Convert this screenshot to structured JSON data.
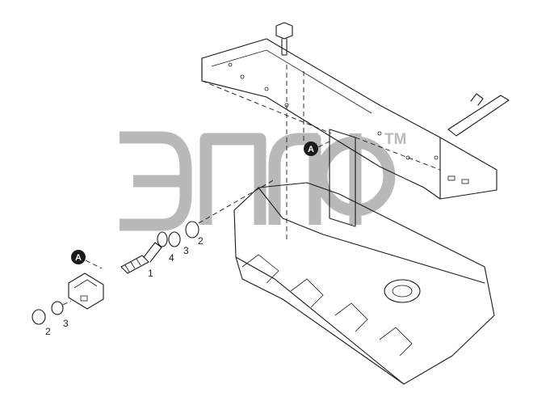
{
  "callouts": {
    "ref_a_upper": "A",
    "ref_a_lower": "A"
  },
  "watermark": {
    "mark": "TM",
    "color": "#b9b9b9"
  },
  "part_labels": {
    "fitting": "1",
    "nut_upper": "2",
    "washer_upper": "3",
    "washer_upper_large": "4",
    "nut_lower": "2",
    "washer_lower": "3"
  },
  "line_color": "#1a1a1a"
}
